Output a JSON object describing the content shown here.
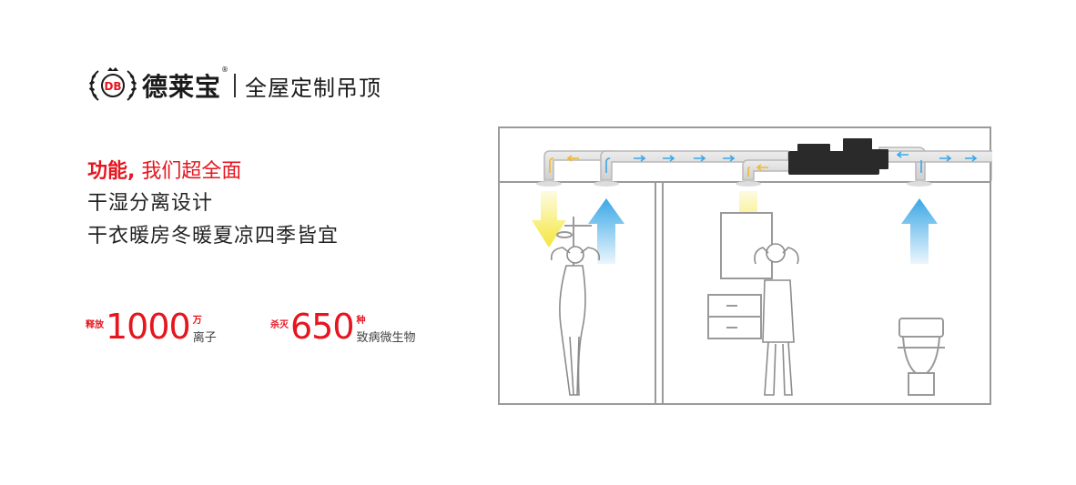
{
  "brand": {
    "name": "德莱宝",
    "registered_mark": "®",
    "emblem_icon": "laurel-wreath-db-emblem-icon",
    "tagline": "全屋定制吊顶"
  },
  "feature": {
    "headline_strong": "功能,",
    "headline_rest": " 我们超全面",
    "line1": "干湿分离设计",
    "line2": "干衣暖房冬暖夏凉四季皆宜"
  },
  "stats": [
    {
      "prefix": "释放",
      "value": "1000",
      "unit": "万",
      "desc": "离子"
    },
    {
      "prefix": "杀灭",
      "value": "650",
      "unit": "种",
      "desc": "致病微生物"
    }
  ],
  "colors": {
    "accent": "#e5161f",
    "warm_arrow": "#f5e63a",
    "cool_arrow": "#3aa7e6",
    "duct_unit": "#2a2a2a"
  }
}
